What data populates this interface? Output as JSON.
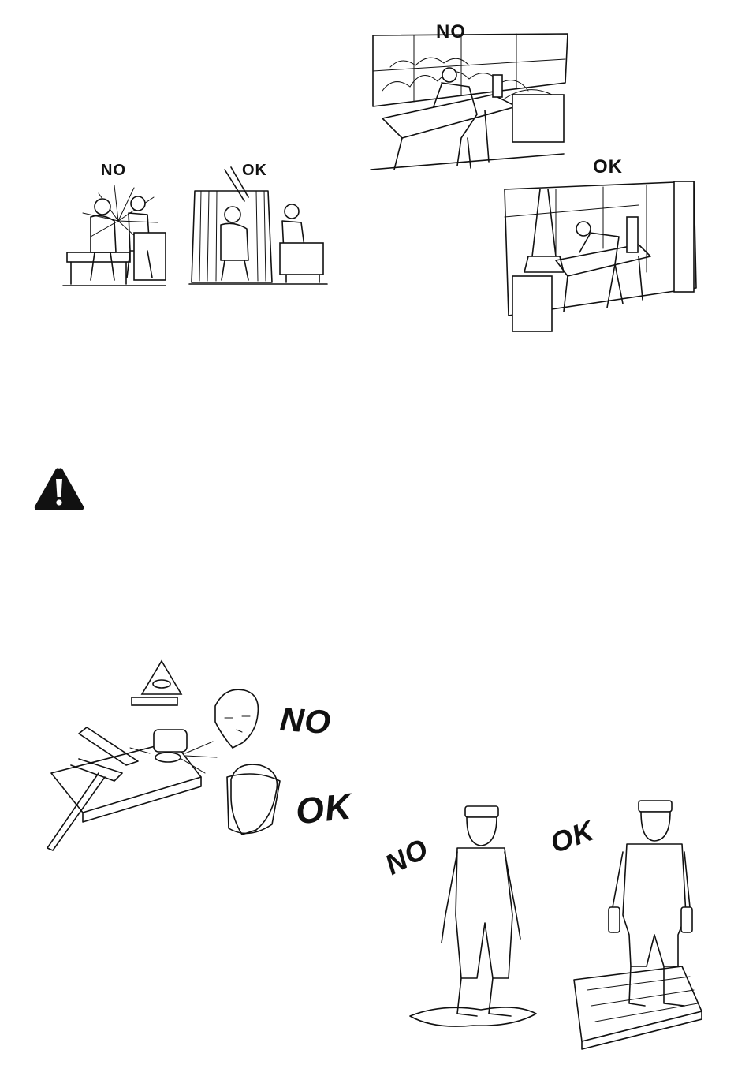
{
  "figures": {
    "welding_booth": {
      "no_label": "NO",
      "ok_label": "OK"
    },
    "fume_extraction": {
      "no_label": "NO",
      "ok_label": "OK"
    },
    "warning": {
      "icon": "warning-triangle-icon"
    },
    "grinding_face_shield": {
      "no_label": "NO",
      "ok_label": "OK",
      "sign_icon": "eye-protection-sign-icon"
    },
    "dry_clothing_insulation": {
      "no_label": "NO",
      "ok_label": "OK"
    }
  }
}
